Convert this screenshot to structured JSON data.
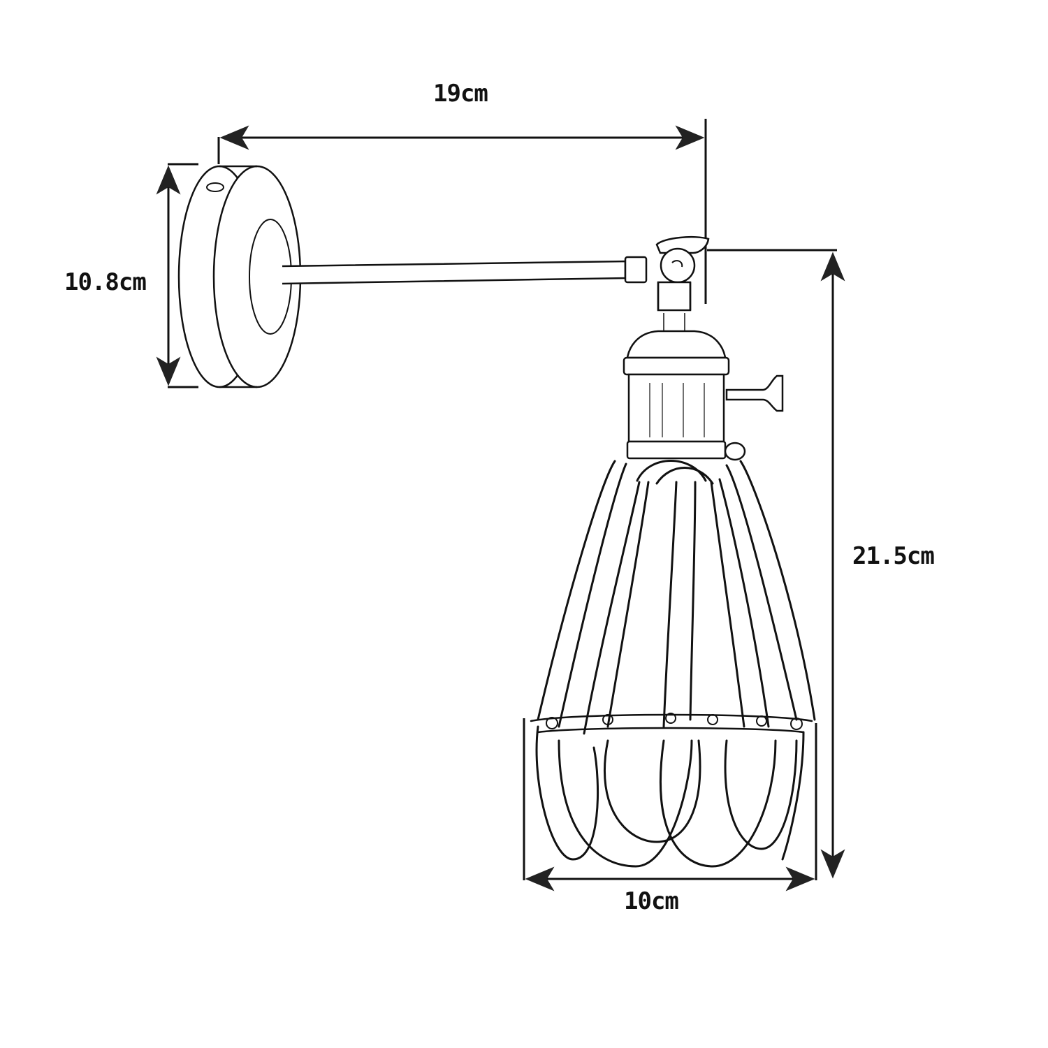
{
  "diagram": {
    "subject": "Wall sconce with wire cage shade",
    "style": "line-art sketch",
    "colors": {
      "line": "#111111",
      "background": "#ffffff"
    },
    "dimensions": {
      "arm_length": {
        "label": "19cm",
        "orientation": "horizontal"
      },
      "backplate_diameter": {
        "label": "10.8cm",
        "orientation": "vertical"
      },
      "total_drop_height": {
        "label": "21.5cm",
        "orientation": "vertical"
      },
      "cage_width": {
        "label": "10cm",
        "orientation": "horizontal"
      }
    },
    "parts": [
      {
        "id": "backplate",
        "label": "Round wall backplate"
      },
      {
        "id": "arm",
        "label": "Straight arm"
      },
      {
        "id": "knuckle",
        "label": "Swivel knuckle joint"
      },
      {
        "id": "lampholder",
        "label": "Lamp holder with switch knob"
      },
      {
        "id": "cage",
        "label": "Wire cage shade"
      }
    ]
  }
}
